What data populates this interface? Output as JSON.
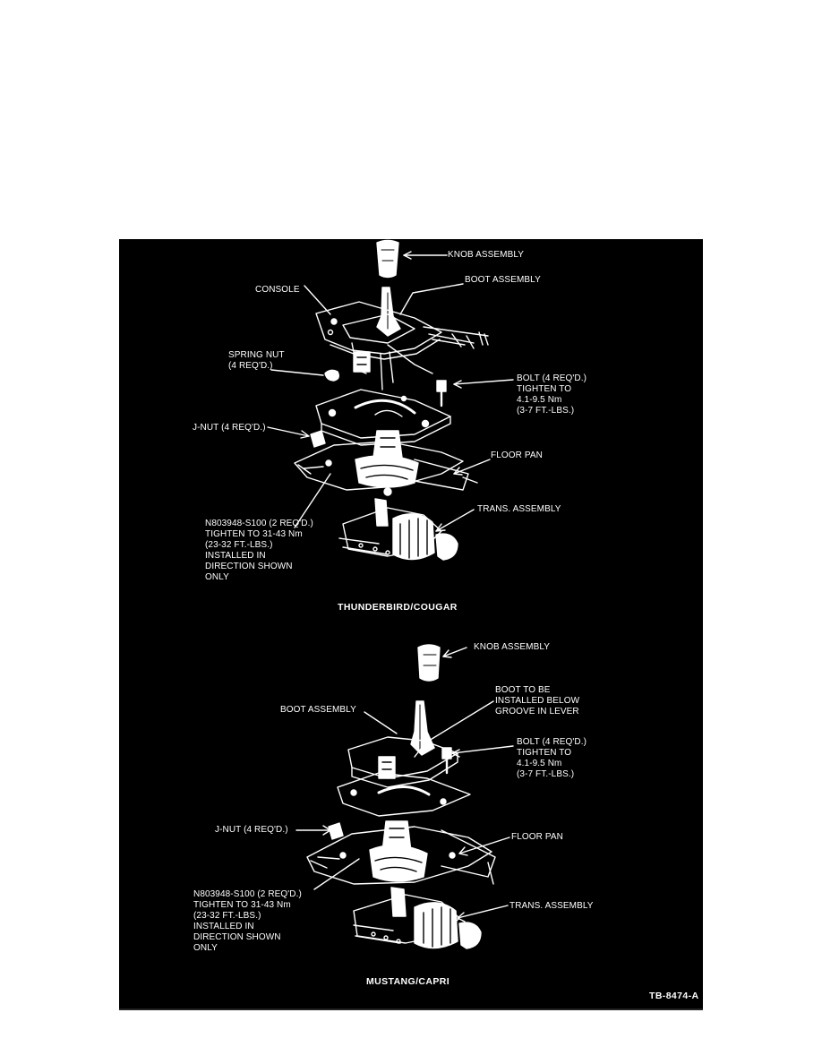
{
  "figure": {
    "reference_code": "TB-8474-A",
    "top_view": {
      "caption": "THUNDERBIRD/COUGAR",
      "labels": {
        "knob": "KNOB ASSEMBLY",
        "console": "CONSOLE",
        "boot": "BOOT ASSEMBLY",
        "spring_nut": "SPRING NUT\n(4 REQ'D.)",
        "bolt": "BOLT (4 REQ'D.)\nTIGHTEN TO\n4.1-9.5 Nm\n(3-7 FT.-LBS.)",
        "jnut": "J-NUT (4 REQ'D.)",
        "floor_pan": "FLOOR PAN",
        "bolt_n": "N803948-S100 (2 REQ'D.)\nTIGHTEN TO 31-43 Nm\n(23-32 FT.-LBS.)\nINSTALLED IN\nDIRECTION SHOWN\nONLY",
        "trans": "TRANS. ASSEMBLY"
      }
    },
    "bottom_view": {
      "caption": "MUSTANG/CAPRI",
      "labels": {
        "knob": "KNOB ASSEMBLY",
        "boot_note": "BOOT TO BE\nINSTALLED BELOW\nGROOVE IN LEVER",
        "boot": "BOOT ASSEMBLY",
        "bolt": "BOLT (4 REQ'D.)\nTIGHTEN TO\n4.1-9.5 Nm\n(3-7 FT.-LBS.)",
        "jnut": "J-NUT (4 REQ'D.)",
        "floor_pan": "FLOOR PAN",
        "bolt_n": "N803948-S100 (2 REQ'D.)\nTIGHTEN TO 31-43 Nm\n(23-32 FT.-LBS.)\nINSTALLED IN\nDIRECTION SHOWN\nONLY",
        "trans": "TRANS. ASSEMBLY"
      }
    },
    "colors": {
      "panel": "#000000",
      "ink": "#ffffff",
      "page": "#ffffff"
    }
  }
}
